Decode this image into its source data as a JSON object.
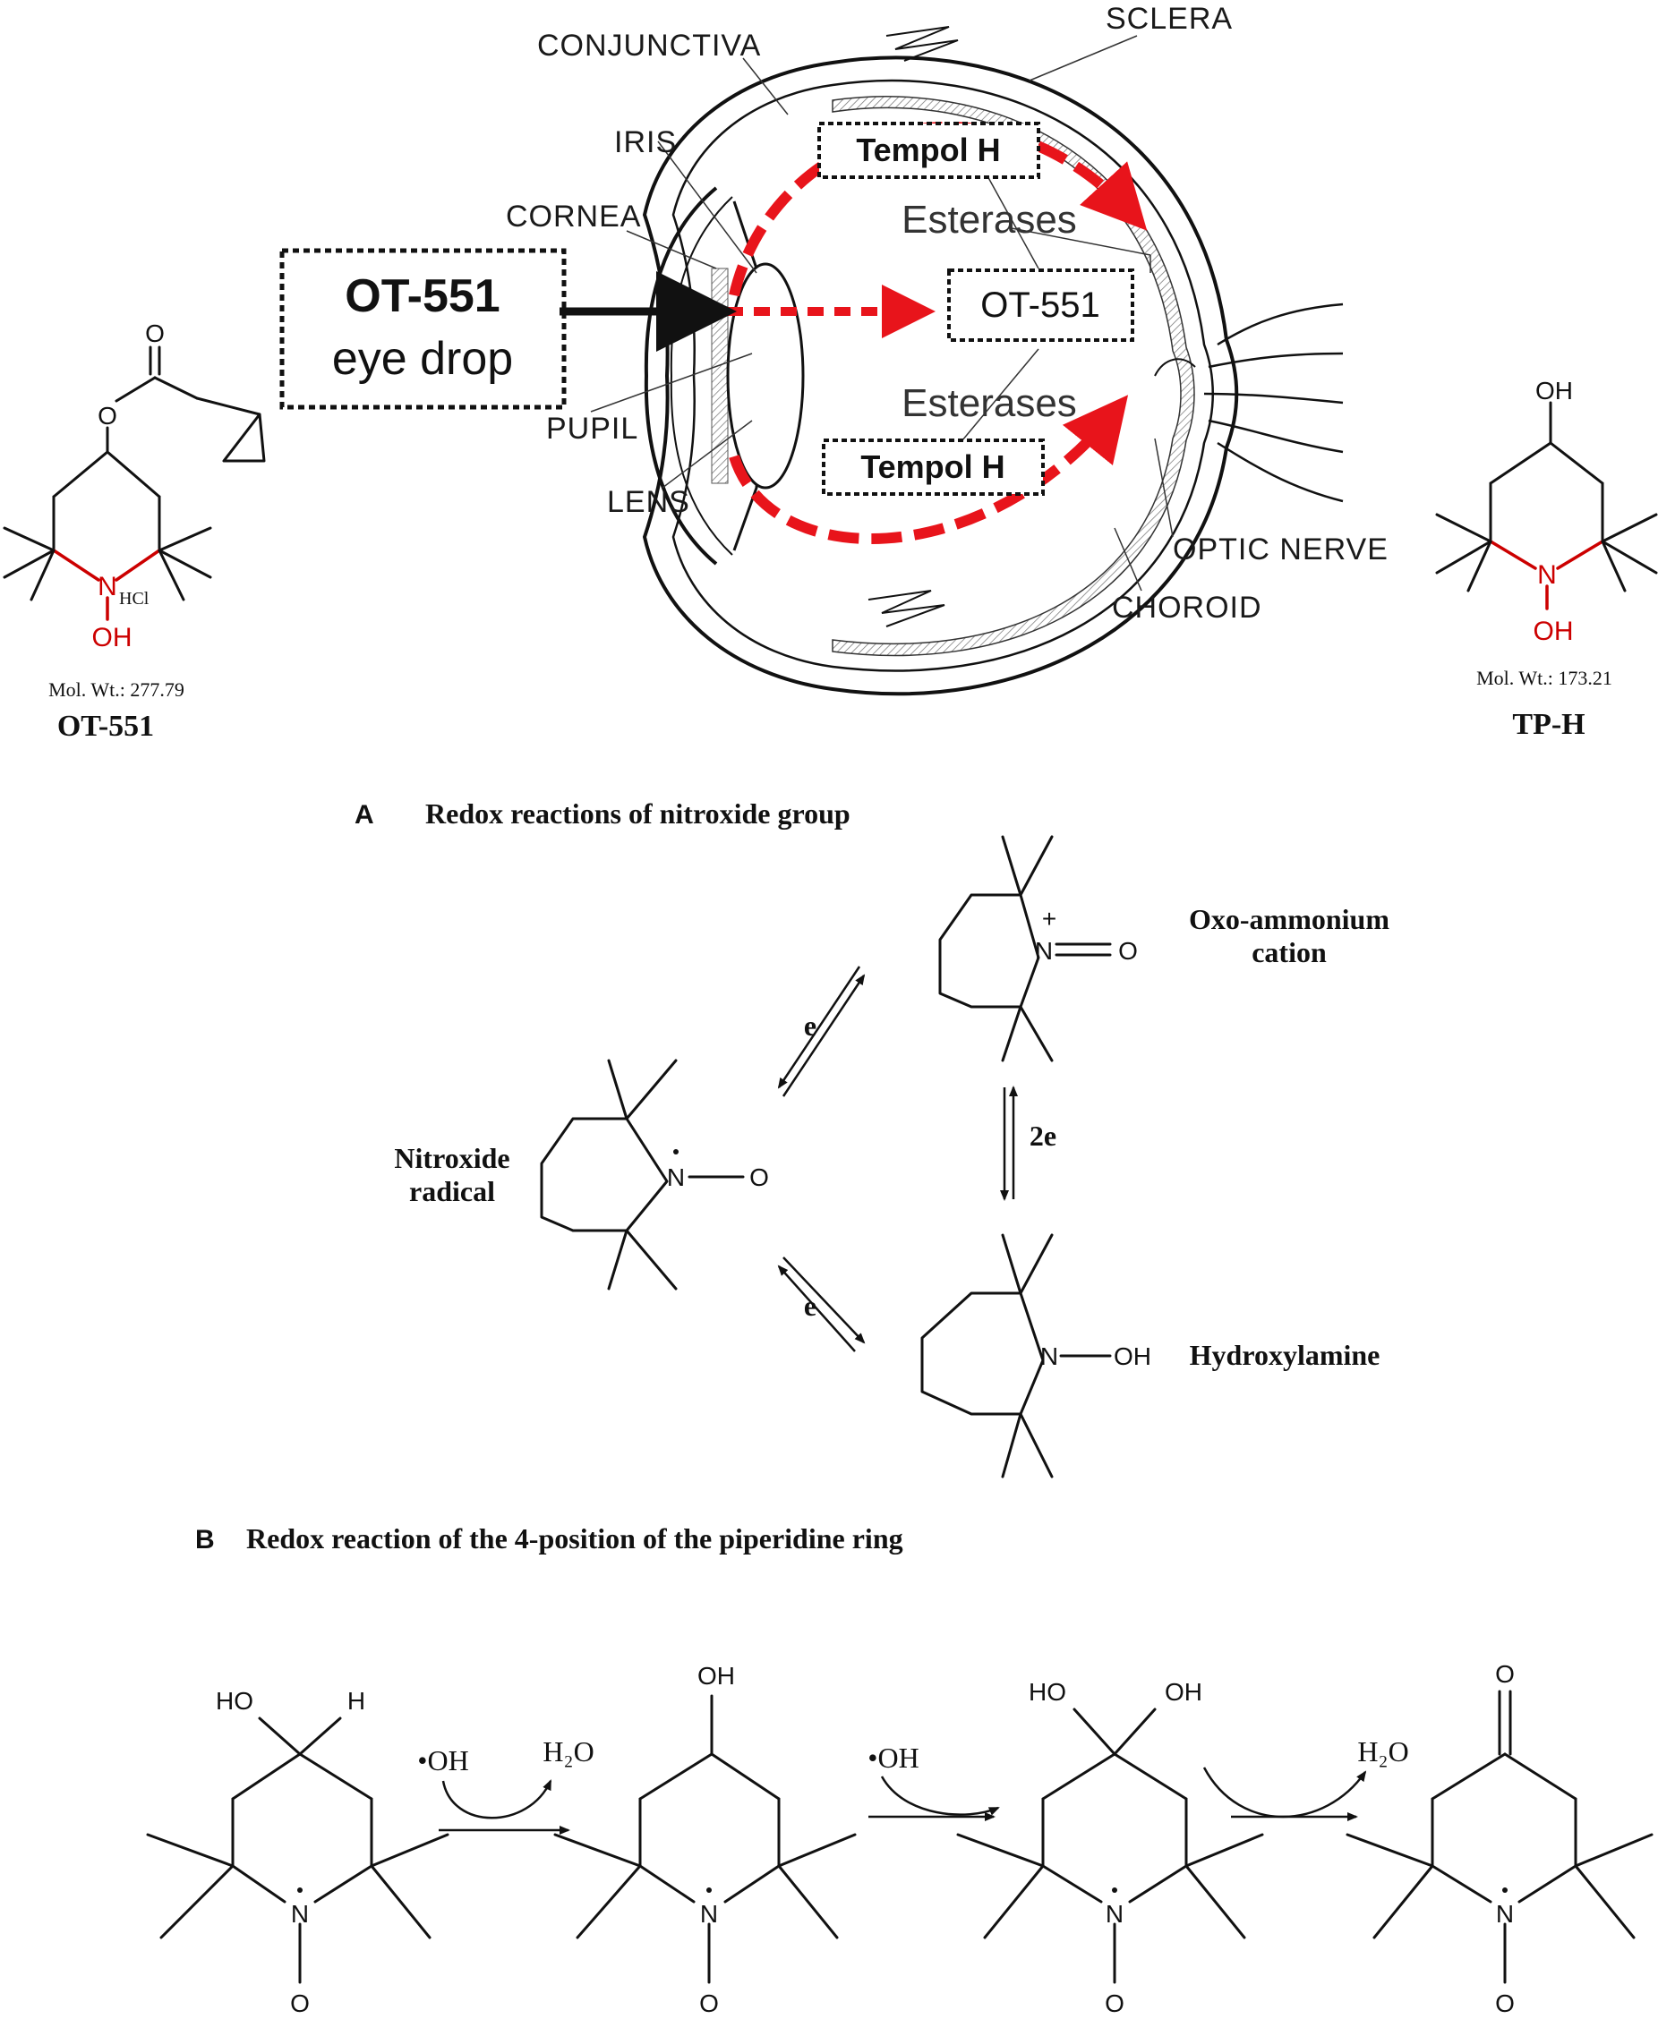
{
  "top": {
    "eye_labels": {
      "conjunctiva": "CONJUNCTIVA",
      "sclera": "SCLERA",
      "iris": "IRIS",
      "cornea": "CORNEA",
      "pupil": "PUPIL",
      "lens": "LENS",
      "optic_nerve": "OPTIC NERVE",
      "choroid": "CHOROID"
    },
    "drop_box": {
      "line1": "OT-551",
      "line2": "eye drop"
    },
    "inner": {
      "tempol_top": "Tempol H",
      "tempol_bottom": "Tempol H",
      "ot551": "OT-551",
      "esterases_1": "Esterases",
      "esterases_2": "Esterases"
    },
    "left_molecule": {
      "name": "OT-551",
      "mol_wt": "Mol. Wt.: 277.79",
      "atoms": {
        "o_carbonyl": "O",
        "o_ester": "O",
        "n": "N",
        "hcl": "HCl",
        "oh": "OH"
      }
    },
    "right_molecule": {
      "name": "TP-H",
      "mol_wt": "Mol. Wt.: 173.21",
      "atoms": {
        "oh_top": "OH",
        "n": "N",
        "oh_bottom": "OH"
      }
    }
  },
  "section_a": {
    "letter": "A",
    "title": "Redox reactions of nitroxide group",
    "species": {
      "oxo": [
        "Oxo-ammonium",
        "cation"
      ],
      "nitroxide": [
        "Nitroxide",
        "radical"
      ],
      "hydroxylamine": "Hydroxylamine"
    },
    "arrow_labels": {
      "e_top": "e",
      "two_e": "2e",
      "e_bottom": "e"
    },
    "atoms": {
      "n": "N",
      "o": "O",
      "plus": "+",
      "oh": "OH"
    }
  },
  "section_b": {
    "letter": "B",
    "title": "Redox reaction of the 4-position of the piperidine ring",
    "reagents": {
      "oh1": "•OH",
      "h2o1": "H₂O",
      "oh2": "•OH",
      "h2o2": "H₂O"
    },
    "atoms": {
      "ho": "HO",
      "h": "H",
      "oh": "OH",
      "o": "O",
      "n": "N"
    }
  },
  "colors": {
    "red_accent": "#e8141b",
    "dark": "#111111",
    "gray_text": "#333333"
  }
}
